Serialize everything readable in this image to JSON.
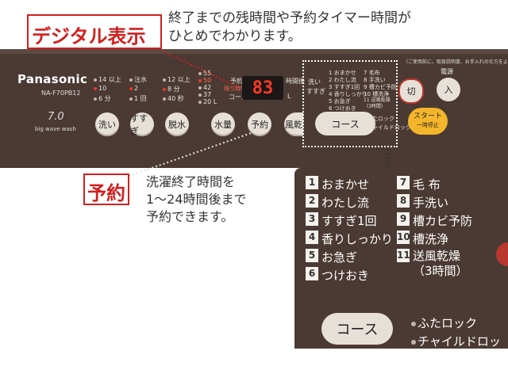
{
  "callouts": {
    "display": {
      "title": "デジタル表示",
      "description": "終了までの残時間や予約タイマー時間が\nひとめでわかります。"
    },
    "reservation": {
      "title": "予約",
      "description": "洗濯終了時間を\n1〜24時間後まで\n予約できます。"
    }
  },
  "panel": {
    "brand": "Panasonic",
    "model": "NA-F70PB12",
    "capacity": "7.0",
    "capacity_sub": "big wave wash",
    "note": "（ご使用前に、取扱説明書、お手入れの仕方をよく読んで…",
    "wash_col": [
      "14 以上",
      "10",
      "6 分"
    ],
    "rinse_col": [
      "注水",
      "2",
      "1 回"
    ],
    "spin_col": [
      "12 以上",
      "8 分",
      "40 秒"
    ],
    "water_col": [
      "55",
      "50",
      "42",
      "37",
      "20 L"
    ],
    "display_value": "83",
    "display_tag": "残り時間分",
    "display_labels": [
      "予約",
      "時間後",
      "コース"
    ],
    "display_unit": "L",
    "buttons": {
      "wash": "洗い",
      "rinse": "すすぎ",
      "spin": "脱水",
      "water": "水量",
      "reserve": "予約",
      "dry": "風乾",
      "course": "コース",
      "cut": "切",
      "on": "入",
      "power": "電源",
      "start": "スタート",
      "pause": "一時停止"
    },
    "course_mini_left": [
      "洗い",
      "すすぎ"
    ],
    "course_mini": [
      [
        "1",
        "おまかせ"
      ],
      [
        "2",
        "わたし流"
      ],
      [
        "3",
        "すすぎ1回"
      ],
      [
        "4",
        "香りしっかり"
      ],
      [
        "5",
        "お急ぎ"
      ],
      [
        "6",
        "つけおき"
      ],
      [
        "7",
        "毛布"
      ],
      [
        "8",
        "手洗い"
      ],
      [
        "9",
        "槽カビ予防"
      ],
      [
        "10",
        "槽洗浄"
      ],
      [
        "11",
        "送風乾燥（3時間）"
      ]
    ],
    "lock": "ふたロック",
    "child_lock": "チャイルドロック"
  },
  "zoom": {
    "items_left": [
      {
        "n": "1",
        "label": "おまかせ"
      },
      {
        "n": "2",
        "label": "わたし流"
      },
      {
        "n": "3",
        "label": "すすぎ1回"
      },
      {
        "n": "4",
        "label": "香りしっかり"
      },
      {
        "n": "5",
        "label": "お急ぎ"
      },
      {
        "n": "6",
        "label": "つけおき"
      }
    ],
    "items_right": [
      {
        "n": "7",
        "label": "毛 布"
      },
      {
        "n": "8",
        "label": "手洗い"
      },
      {
        "n": "9",
        "label": "槽カビ予防"
      },
      {
        "n": "10",
        "label": "槽洗浄"
      },
      {
        "n": "11",
        "label": "送風乾燥\n（3時間）"
      }
    ],
    "course_button": "コース",
    "lock": "ふたロック",
    "child_lock": "チャイルドロック"
  },
  "colors": {
    "accent_red": "#d21f1f",
    "panel_brown": "#4a3a33",
    "start_yellow": "#f3b52a",
    "display_red": "#ff3b24"
  }
}
